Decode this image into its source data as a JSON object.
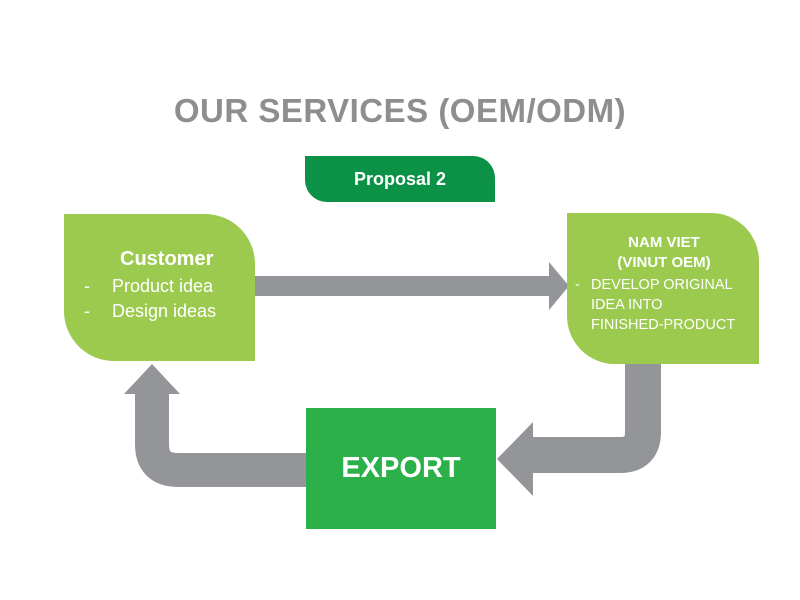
{
  "title": "OUR SERVICES (OEM/ODM)",
  "proposal_label": "Proposal 2",
  "customer": {
    "title": "Customer",
    "items": [
      {
        "dash": "-",
        "text": "Product idea"
      },
      {
        "dash": "-",
        "text": "Design ideas"
      }
    ]
  },
  "namviet": {
    "title_line1": "NAM VIET",
    "title_line2": "(VINUT OEM)",
    "item_dash": "-",
    "item_lines": [
      "DEVELOP ORIGINAL",
      "IDEA INTO",
      "FINISHED-PRODUCT"
    ]
  },
  "export_label": "EXPORT",
  "colors": {
    "title_gray": "#8e8e8e",
    "arrow_gray": "#939598",
    "light_green": "#9bca4f",
    "dark_green": "#0c9247",
    "export_green": "#2bb04a"
  }
}
